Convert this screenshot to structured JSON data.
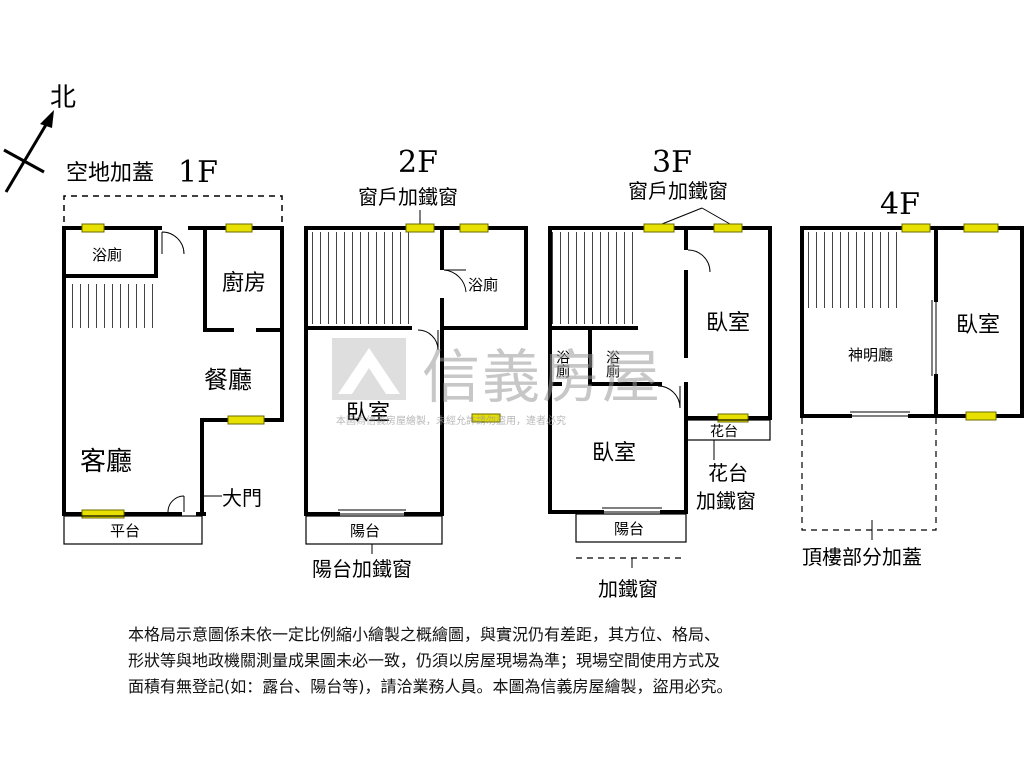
{
  "compass": {
    "label": "北"
  },
  "floors": {
    "f1": {
      "title": "1F",
      "outside_label": "空地加蓋",
      "rooms": {
        "bath": "浴廁",
        "kitchen": "廚房",
        "dining": "餐廳",
        "living": "客廳",
        "platform": "平台"
      },
      "door_label": "大門"
    },
    "f2": {
      "title": "2F",
      "top_label": "窗戶加鐵窗",
      "rooms": {
        "bath": "浴廁",
        "bedroom": "臥室",
        "balcony": "陽台"
      },
      "bottom_label": "陽台加鐵窗"
    },
    "f3": {
      "title": "3F",
      "top_label": "窗戶加鐵窗",
      "rooms": {
        "bath1": "浴廁",
        "bath2": "浴廁",
        "bedroom_right": "臥室",
        "bedroom_bottom": "臥室",
        "balcony": "陽台",
        "flower": "花台"
      },
      "side_label_line1": "花台",
      "side_label_line2": "加鐵窗",
      "bottom_label": "加鐵窗"
    },
    "f4": {
      "title": "4F",
      "rooms": {
        "shrine": "神明廳",
        "bedroom": "臥室"
      },
      "bottom_label": "頂樓部分加蓋"
    }
  },
  "watermark": {
    "brand": "信義房屋",
    "fine_print": "本圖為信義房屋繪製，未經允許請勿盜用，違者必究"
  },
  "disclaimer": {
    "line1": "本格局示意圖係未依一定比例縮小繪製之概繪圖，與實況仍有差距，其方位、格局、",
    "line2": "形狀等與地政機關測量成果圖未必一致，仍須以房屋現場為準；現場空間使用方式及",
    "line3": "面積有無登記(如：露台、陽台等)，請洽業務人員。本圖為信義房屋繪製，盜用必究。"
  },
  "colors": {
    "wall": "#000000",
    "window": "#e8e000",
    "window_edge": "#6b6b00",
    "watermark": "#8c8c8c"
  }
}
